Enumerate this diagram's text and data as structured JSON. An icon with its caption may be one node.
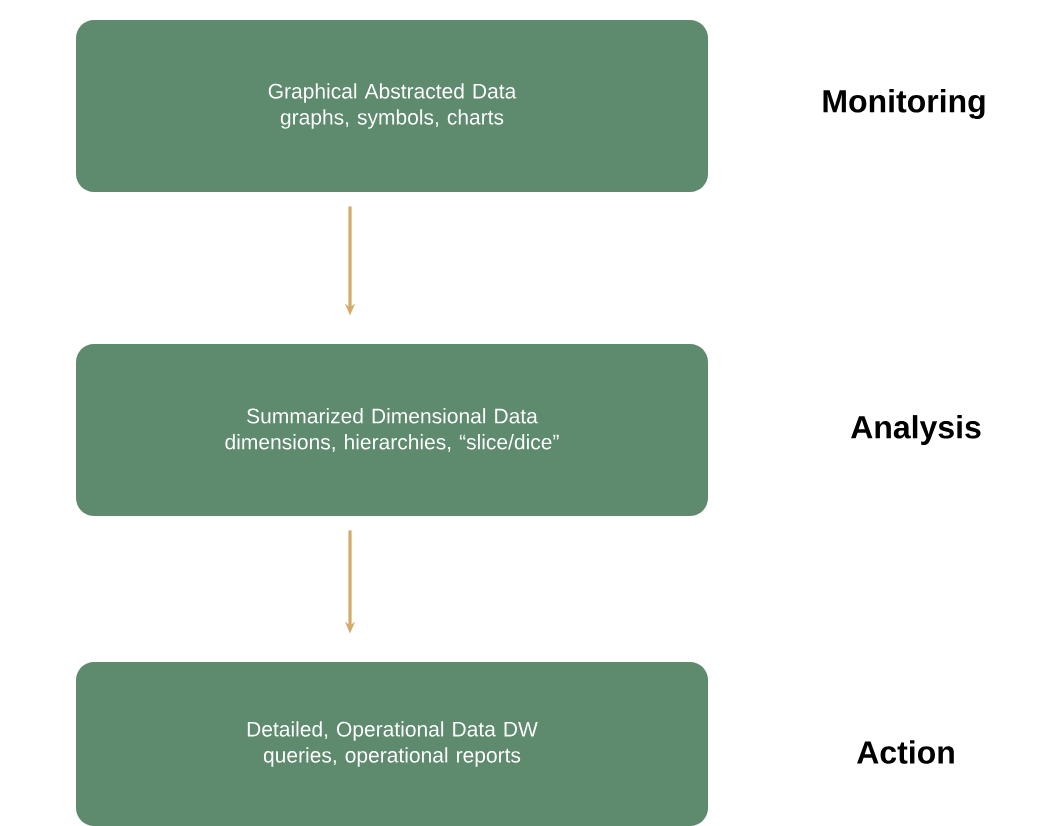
{
  "diagram": {
    "nodes": [
      {
        "text": [
          "Graphical Abstracted Data graphs, symbols, charts"
        ]
      },
      {
        "text": [
          "Summarized Dimensional Data dimensions, hierarchies, “slice/dice”"
        ]
      },
      {
        "text": [
          "Detailed, Operational Data DW queries, operational reports"
        ]
      }
    ],
    "labels": [
      "Monitoring",
      "Analysis",
      "Action"
    ],
    "edges": [
      {
        "from": 0,
        "to": 1,
        "arrow": "to",
        "color": "#d4a96a"
      },
      {
        "from": 1,
        "to": 2,
        "arrow": "to",
        "color": "#d4a96a"
      }
    ]
  }
}
